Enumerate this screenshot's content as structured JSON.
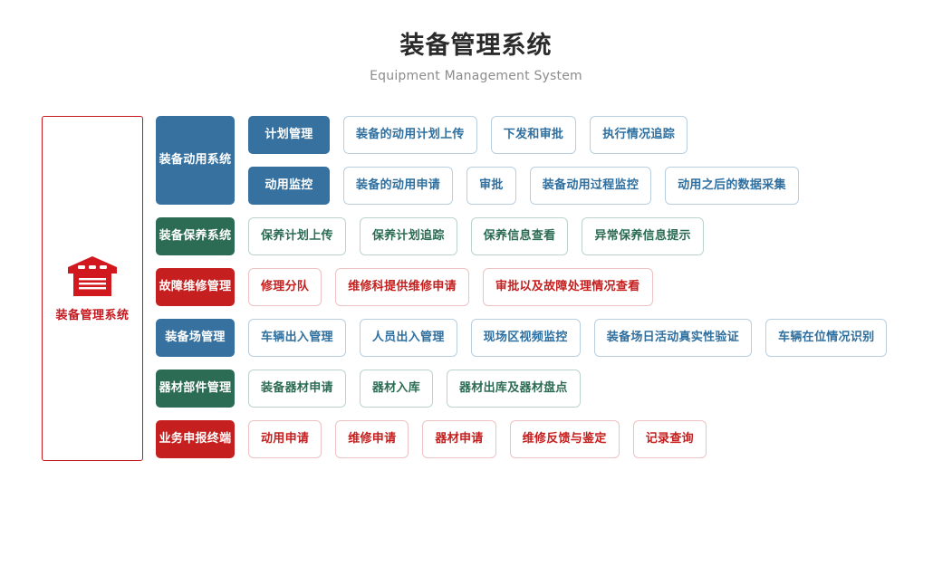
{
  "header": {
    "title": "装备管理系统",
    "subtitle": "Equipment Management System"
  },
  "logo_panel": {
    "icon": "warehouse-icon",
    "label": "装备管理系统",
    "color": "#c5191f"
  },
  "colors": {
    "blue": "#36719f",
    "green": "#2c6b54",
    "red": "#c5201f",
    "leaf_blue_border": "#b9cfe0",
    "leaf_green_border": "#bcd4cb",
    "leaf_red_border": "#eec1c2",
    "title": "#2b2b2b",
    "subtitle": "#8c8c8c"
  },
  "rows": [
    {
      "category": "装备动用系统",
      "theme": "blue",
      "tall": true,
      "subrows": [
        {
          "subcategory": "计划管理",
          "leaves": [
            "装备的动用计划上传",
            "下发和审批",
            "执行情况追踪"
          ]
        },
        {
          "subcategory": "动用监控",
          "leaves": [
            "装备的动用申请",
            "审批",
            "装备动用过程监控",
            "动用之后的数据采集"
          ]
        }
      ]
    },
    {
      "category": "装备保养系统",
      "theme": "green",
      "tall": false,
      "leaves": [
        "保养计划上传",
        "保养计划追踪",
        "保养信息查看",
        "异常保养信息提示"
      ]
    },
    {
      "category": "故障维修管理",
      "theme": "red",
      "tall": false,
      "leaves": [
        "修理分队",
        "维修科提供维修申请",
        "审批以及故障处理情况查看"
      ]
    },
    {
      "category": "装备场管理",
      "theme": "blue",
      "tall": false,
      "leaves": [
        "车辆出入管理",
        "人员出入管理",
        "现场区视频监控",
        "装备场日活动真实性验证",
        "车辆在位情况识别"
      ]
    },
    {
      "category": "器材部件管理",
      "theme": "green",
      "tall": false,
      "leaves": [
        "装备器材申请",
        "器材入库",
        "器材出库及器材盘点"
      ]
    },
    {
      "category": "业务申报终端",
      "theme": "red",
      "tall": false,
      "leaves": [
        "动用申请",
        "维修申请",
        "器材申请",
        "维修反馈与鉴定",
        "记录查询"
      ]
    }
  ]
}
